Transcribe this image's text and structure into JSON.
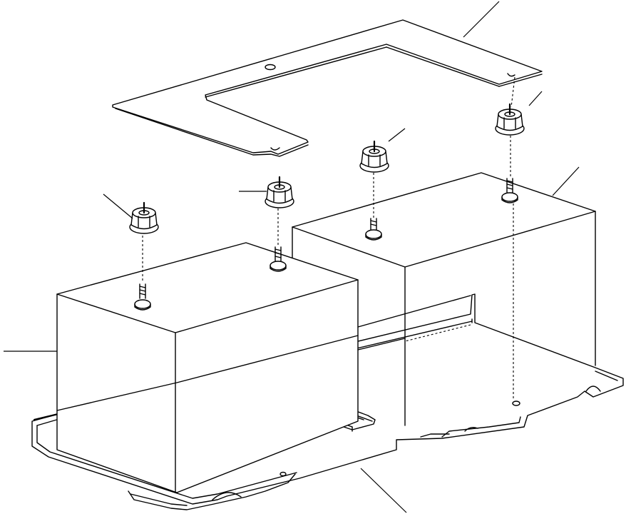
{
  "diagram": {
    "parts": [
      {
        "id": "battery-box-tray",
        "type": "tray"
      },
      {
        "id": "battery-cover-plate",
        "type": "cover"
      },
      {
        "id": "battery-left",
        "type": "battery"
      },
      {
        "id": "battery-right",
        "type": "battery"
      },
      {
        "id": "flange-nut",
        "type": "nut",
        "count": 4
      },
      {
        "id": "hold-down-bolt",
        "type": "bolt",
        "count": 4
      }
    ],
    "callout_labels": []
  }
}
